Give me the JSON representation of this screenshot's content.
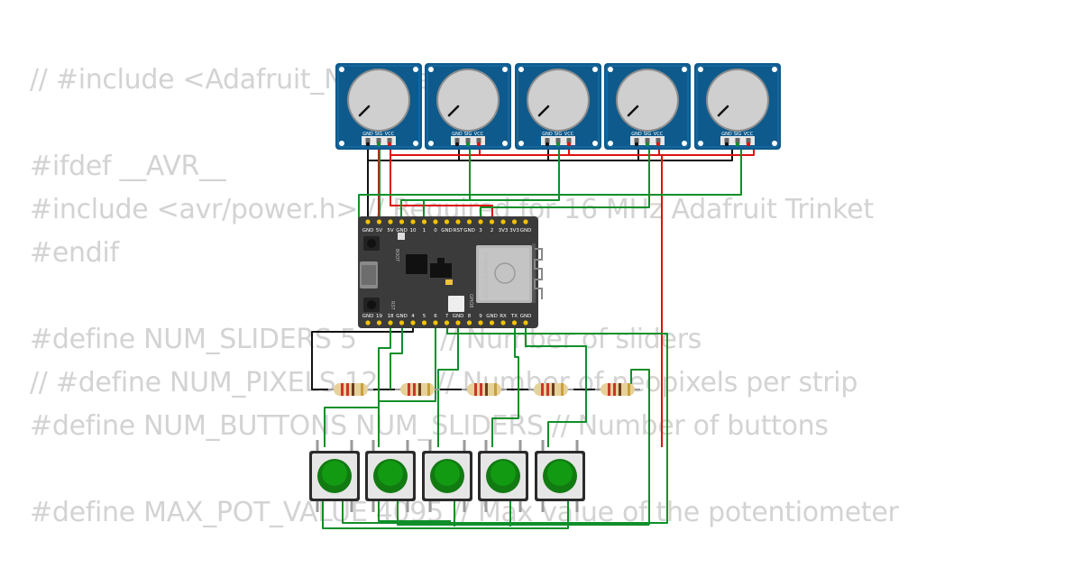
{
  "code_lines": [
    "// #include <Adafruit_NeoPixel.h>",
    "",
    "#ifdef __AVR__",
    "#include <avr/power.h> // Required for 16 MHz Adafruit Trinket",
    "#endif",
    "",
    "#define NUM_SLIDERS 5          // Number of sliders",
    "// #define NUM_PIXELS 12       // Number of neopixels per strip",
    "#define NUM_BUTTONS NUM_SLIDERS // Number of buttons",
    "",
    "#define MAX_POT_VALUE 4095 // Max value of the potentiometer"
  ],
  "potentiometers": [
    {
      "pins": [
        "GND",
        "SIG",
        "VCC"
      ]
    },
    {
      "pins": [
        "GND",
        "SIG",
        "VCC"
      ]
    },
    {
      "pins": [
        "GND",
        "SIG",
        "VCC"
      ]
    },
    {
      "pins": [
        "GND",
        "SIG",
        "VCC"
      ]
    },
    {
      "pins": [
        "GND",
        "SIG",
        "VCC"
      ]
    }
  ],
  "board": {
    "top_pins": [
      "GND",
      "5V",
      "5V",
      "GND",
      "10",
      "1",
      "0",
      "GND",
      "RST",
      "GND",
      "3",
      "2",
      "3V3",
      "3V3",
      "GND"
    ],
    "bottom_pins": [
      "GND",
      "19",
      "18",
      "GND",
      "4",
      "5",
      "6",
      "7",
      "GND",
      "8",
      "9",
      "GND",
      "RX",
      "TX",
      "GND"
    ],
    "boot_label": "BOOT",
    "rst_label": "RST",
    "gpio_label": "GPIO8",
    "module_label": "ESP32-C3-MINI-1"
  },
  "resistor_count": 5,
  "button_count": 5,
  "colors": {
    "code_text": "#d3d3d3",
    "pot_board": "#0e5a8c",
    "esp_board": "#3b3b3b",
    "wire_black": "#111111",
    "wire_red": "#dd1111",
    "wire_green": "#0f8f2a",
    "button_cap": "#117a11"
  }
}
